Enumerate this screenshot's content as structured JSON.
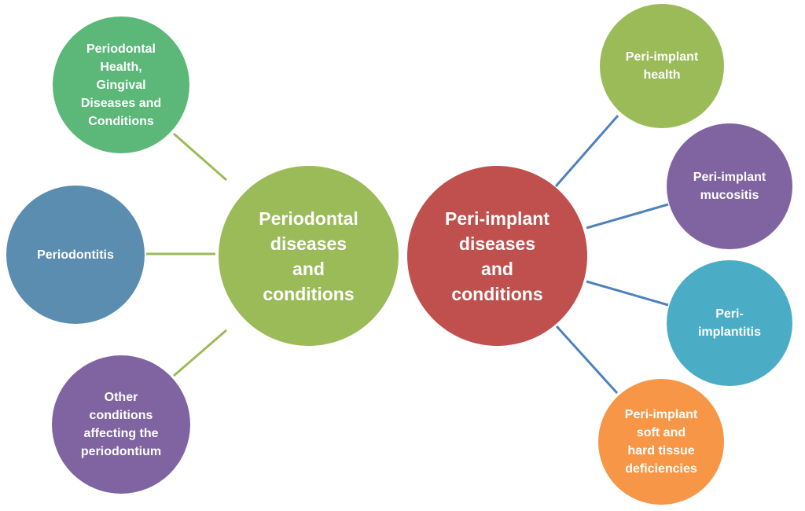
{
  "diagram": {
    "colors": {
      "green_light": "#9BBB59",
      "green_dark": "#5BB878",
      "blue": "#5B8DB0",
      "purple": "#8064A2",
      "red": "#C0504D",
      "teal": "#4BACC6",
      "orange": "#F79646",
      "connector_left": "#9BBB59",
      "connector_right": "#4F81BD"
    },
    "left_center": {
      "label": "Periodontal\ndiseases\nand\nconditions"
    },
    "right_center": {
      "label": "Peri-implant\ndiseases\nand\nconditions"
    },
    "left_nodes": [
      {
        "label": "Periodontal\nHealth,\nGingival\nDiseases and\nConditions"
      },
      {
        "label": "Periodontitis"
      },
      {
        "label": "Other\nconditions\naffecting the\nperiodontium"
      }
    ],
    "right_nodes": [
      {
        "label": "Peri-implant\nhealth"
      },
      {
        "label": "Peri-implant\nmucositis"
      },
      {
        "label": "Peri-\nimplantitis"
      },
      {
        "label": "Peri-implant\nsoft and\nhard tissue\ndeficiencies"
      }
    ]
  }
}
